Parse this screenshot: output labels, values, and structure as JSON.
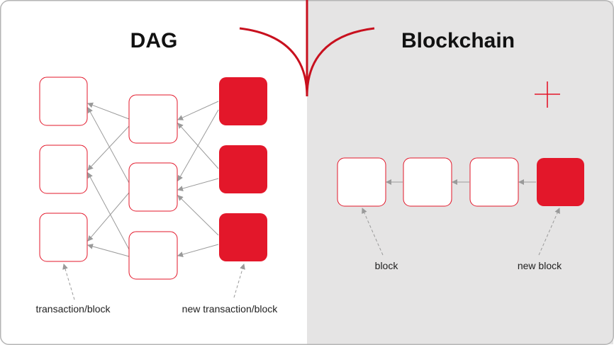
{
  "colors": {
    "accent": "#E3172A",
    "right_panel": "#E5E4E4",
    "block_border": "#E3172A",
    "edge": "#9A9A9A",
    "frame": "#B5B5B5"
  },
  "dag": {
    "title": "DAG",
    "label_block": "transaction/block",
    "label_new": "new transaction/block"
  },
  "blockchain": {
    "title": "Blockchain",
    "label_block": "block",
    "label_new": "new block",
    "plus_icon": "plus-icon"
  }
}
